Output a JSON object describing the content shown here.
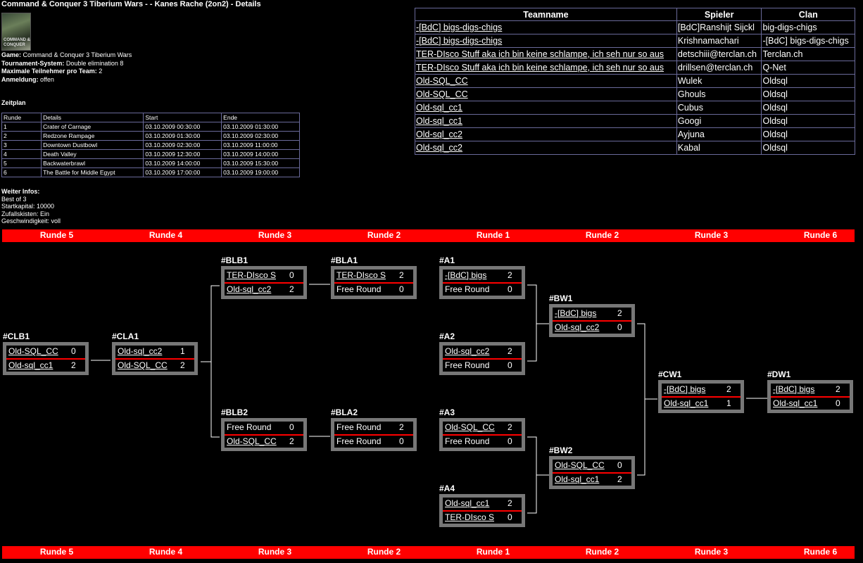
{
  "page_title": "Command & Conquer 3 Tiberium Wars - - Kanes Rache (2on2) - Details",
  "logo_text": "COMMAND & CONQUER",
  "info": [
    {
      "label": "Game:",
      "value": "Command & Conquer 3 Tiberium Wars"
    },
    {
      "label": "Tournament-System:",
      "value": "Double elimination 8"
    },
    {
      "label": "Maximale Teilnehmer pro Team:",
      "value": "2"
    },
    {
      "label": "Anmeldung:",
      "value": "offen"
    }
  ],
  "schedule": {
    "heading": "Zeitplan",
    "headers": [
      "Runde",
      "Details",
      "Start",
      "Ende"
    ],
    "rows": [
      [
        "1",
        "Crater of Carnage",
        "03.10.2009 00:30:00",
        "03.10.2009 01:30:00"
      ],
      [
        "2",
        "Redzone Rampage",
        "03.10.2009 01:30:00",
        "03.10.2009 02:30:00"
      ],
      [
        "3",
        "Downtown Dustbowl",
        "03.10.2009 02:30:00",
        "03.10.2009 11:00:00"
      ],
      [
        "4",
        "Death Valley",
        "03.10.2009 12:30:00",
        "03.10.2009 14:00:00"
      ],
      [
        "5",
        "Backwaterbrawl",
        "03.10.2009 14:00:00",
        "03.10.2009 15:30:00"
      ],
      [
        "6",
        "The Battle for Middle Egypt",
        "03.10.2009 17:00:00",
        "03.10.2009 19:00:00"
      ]
    ]
  },
  "weiter": {
    "heading": "Weiter Infos:",
    "lines": [
      "Best of 3",
      "Startkapital: 10000",
      "Zufallskisten: Ein",
      "Geschwindigkeit: voll"
    ]
  },
  "teams": {
    "headers": [
      "Teamname",
      "Spieler",
      "Clan"
    ],
    "rows": [
      [
        "-[BdC] bigs-digs-chigs",
        "[BdC]Ranshijt Sijckl",
        "big-digs-chigs"
      ],
      [
        "-[BdC] bigs-digs-chigs",
        "Krishnamachari",
        "-[BdC] bigs-digs-chigs"
      ],
      [
        "TER-DIsco Stuff aka ich bin keine schlampe, ich seh nur so aus",
        "detschiii@terclan.ch",
        "Terclan.ch"
      ],
      [
        "TER-DIsco Stuff aka ich bin keine schlampe, ich seh nur so aus",
        "drillsen@terclan.ch",
        "Q-Net"
      ],
      [
        "Old-SQL_CC",
        "Wulek",
        "Oldsql"
      ],
      [
        "Old-SQL_CC",
        "Ghouls",
        "Oldsql"
      ],
      [
        "Old-sql_cc1",
        "Cubus",
        "Oldsql"
      ],
      [
        "Old-sql_cc1",
        "Googi",
        "Oldsql"
      ],
      [
        "Old-sql_cc2",
        "Ayjuna",
        "Oldsql"
      ],
      [
        "Old-sql_cc2",
        "Kabal",
        "Oldsql"
      ]
    ]
  },
  "round_bar": [
    "Runde 5",
    "Runde 4",
    "Runde 3",
    "Runde 2",
    "Runde 1",
    "Runde 2",
    "Runde 3",
    "Runde 6"
  ],
  "matches": [
    {
      "id": "#CLB1",
      "t1": "Old-SQL_CC",
      "s1": "0",
      "l1": true,
      "t2": "Old-sql_cc1",
      "s2": "2",
      "l2": true
    },
    {
      "id": "#CLA1",
      "t1": "Old-sql_cc2",
      "s1": "1",
      "l1": true,
      "t2": "Old-SQL_CC",
      "s2": "2",
      "l2": true
    },
    {
      "id": "#BLB1",
      "t1": "TER-DIsco S",
      "s1": "0",
      "l1": true,
      "t2": "Old-sql_cc2",
      "s2": "2",
      "l2": true
    },
    {
      "id": "#BLB2",
      "t1": "Free Round",
      "s1": "0",
      "l1": false,
      "t2": "Old-SQL_CC",
      "s2": "2",
      "l2": true
    },
    {
      "id": "#BLA1",
      "t1": "TER-DIsco S",
      "s1": "2",
      "l1": true,
      "t2": "Free Round",
      "s2": "0",
      "l2": false
    },
    {
      "id": "#BLA2",
      "t1": "Free Round",
      "s1": "2",
      "l1": false,
      "t2": "Free Round",
      "s2": "0",
      "l2": false
    },
    {
      "id": "#A1",
      "t1": "-[BdC] bigs",
      "s1": "2",
      "l1": true,
      "t2": "Free Round",
      "s2": "0",
      "l2": false
    },
    {
      "id": "#A2",
      "t1": "Old-sql_cc2",
      "s1": "2",
      "l1": true,
      "t2": "Free Round",
      "s2": "0",
      "l2": false
    },
    {
      "id": "#A3",
      "t1": "Old-SQL_CC",
      "s1": "2",
      "l1": true,
      "t2": "Free Round",
      "s2": "0",
      "l2": false
    },
    {
      "id": "#A4",
      "t1": "Old-sql_cc1",
      "s1": "2",
      "l1": true,
      "t2": "TER-DIsco S",
      "s2": "0",
      "l2": true
    },
    {
      "id": "#BW1",
      "t1": "-[BdC] bigs",
      "s1": "2",
      "l1": true,
      "t2": "Old-sql_cc2",
      "s2": "0",
      "l2": true
    },
    {
      "id": "#BW2",
      "t1": "Old-SQL_CC",
      "s1": "0",
      "l1": true,
      "t2": "Old-sql_cc1",
      "s2": "2",
      "l2": true
    },
    {
      "id": "#CW1",
      "t1": "-[BdC] bigs",
      "s1": "2",
      "l1": true,
      "t2": "Old-sql_cc1",
      "s2": "1",
      "l2": true
    },
    {
      "id": "#DW1",
      "t1": "-[BdC] bigs",
      "s1": "2",
      "l1": true,
      "t2": "Old-sql_cc1",
      "s2": "0",
      "l2": true
    }
  ]
}
